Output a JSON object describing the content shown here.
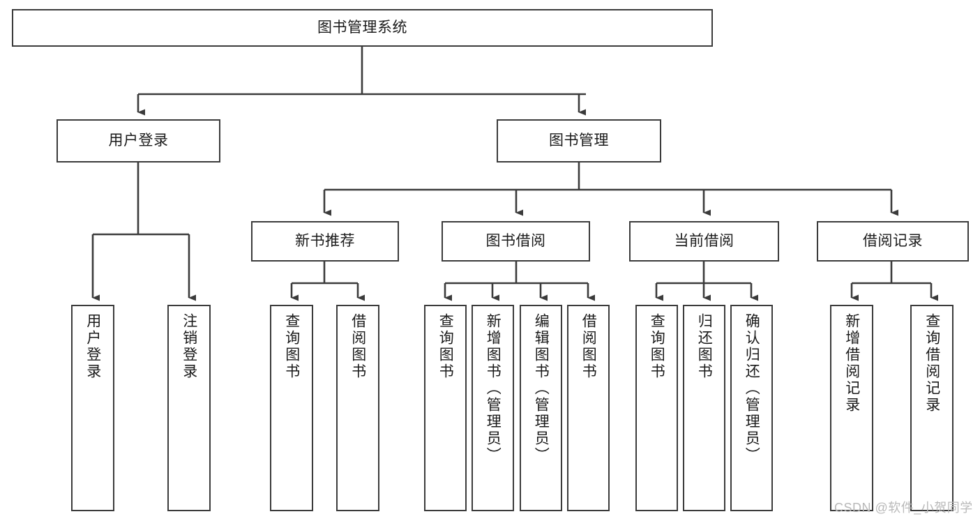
{
  "diagram": {
    "title": "图书管理系统",
    "type": "tree-hierarchy",
    "watermark": "CSDN @软件_小贺同学",
    "colors": {
      "stroke": "#3b3b3b",
      "fill": "#ffffff",
      "text": "#1a1a1a",
      "watermark": "#b9b9b9"
    },
    "levels": {
      "root": {
        "label": "图书管理系统"
      },
      "level2": [
        {
          "label": "用户登录"
        },
        {
          "label": "图书管理"
        }
      ],
      "level3": [
        {
          "label": "新书推荐"
        },
        {
          "label": "图书借阅"
        },
        {
          "label": "当前借阅"
        },
        {
          "label": "借阅记录"
        }
      ],
      "leaves": {
        "user_login": [
          {
            "label": "用户登录"
          },
          {
            "label": "注销登录"
          }
        ],
        "new_book": [
          {
            "label": "查询图书"
          },
          {
            "label": "借阅图书"
          }
        ],
        "book_borrow": [
          {
            "label": "查询图书"
          },
          {
            "label": "新增图书（管理员）"
          },
          {
            "label": "编辑图书（管理员）"
          },
          {
            "label": "借阅图书"
          }
        ],
        "current_borrow": [
          {
            "label": "查询图书"
          },
          {
            "label": "归还图书"
          },
          {
            "label": "确认归还（管理员）"
          }
        ],
        "borrow_record": [
          {
            "label": "新增借阅记录"
          },
          {
            "label": "查询借阅记录"
          }
        ]
      }
    }
  }
}
